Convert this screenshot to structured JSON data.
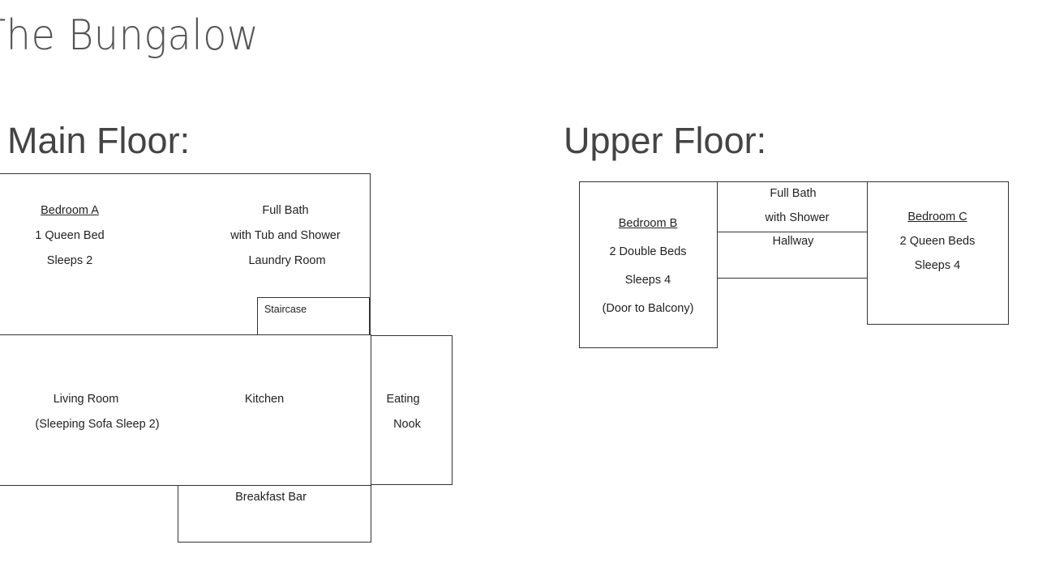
{
  "page": {
    "title": "The Bungalow"
  },
  "main_floor": {
    "heading": "Main Floor:",
    "bedroom_a": {
      "name": "Bedroom A",
      "beds": "1 Queen Bed",
      "sleeps": "Sleeps 2"
    },
    "full_bath": {
      "line1": "Full Bath",
      "line2": "with Tub and Shower",
      "line3": "Laundry Room"
    },
    "staircase": "Staircase",
    "living_room": {
      "name": "Living Room",
      "note": "(Sleeping Sofa Sleep 2)"
    },
    "kitchen": "Kitchen",
    "eating_nook": {
      "line1": "Eating",
      "line2": "Nook"
    },
    "breakfast_bar": "Breakfast Bar"
  },
  "upper_floor": {
    "heading": "Upper Floor:",
    "bedroom_b": {
      "name": "Bedroom B",
      "beds": "2 Double Beds",
      "sleeps": "Sleeps 4",
      "note": "(Door to Balcony)"
    },
    "full_bath": {
      "line1": "Full Bath",
      "line2": "with Shower"
    },
    "hallway": "Hallway",
    "bedroom_c": {
      "name": "Bedroom C",
      "beds": "2 Queen Beds",
      "sleeps": "Sleeps 4"
    }
  }
}
